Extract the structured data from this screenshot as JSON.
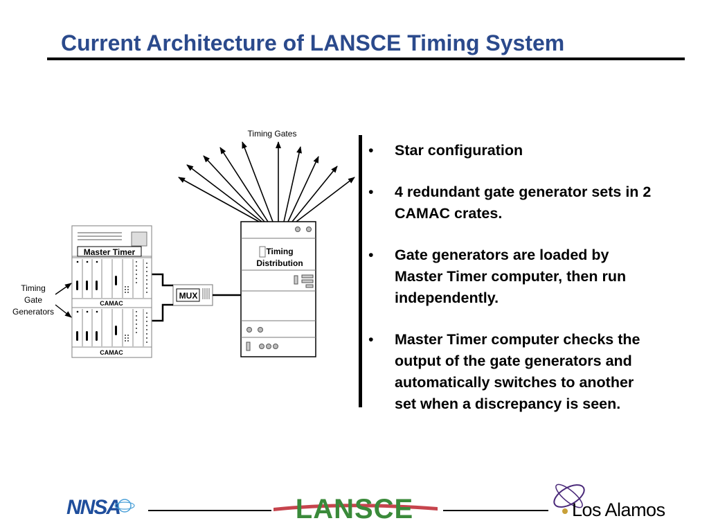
{
  "slide": {
    "title": "Current Architecture of LANSCE Timing System"
  },
  "diagram": {
    "timing_gates_label": "Timing Gates",
    "timing_distribution_label_line1": "Timing",
    "timing_distribution_label_line2": "Distribution",
    "master_timer_label": "Master Timer",
    "mux_label": "MUX",
    "camac_label_upper": "CAMAC",
    "camac_label_lower": "CAMAC",
    "gate_generators_line1": "Timing",
    "gate_generators_line2": "Gate",
    "gate_generators_line3": "Generators"
  },
  "bullets": [
    {
      "marker": "•",
      "text": "Star configuration"
    },
    {
      "marker": "•",
      "text": "4 redundant gate generator sets in 2 CAMAC crates."
    },
    {
      "marker": "•",
      "text": "Gate generators are loaded by Master Timer computer, then run independently."
    },
    {
      "marker": "•",
      "text": "Master Timer computer checks the output of the gate generators and automatically switches to another set when a discrepancy is seen."
    }
  ],
  "footer": {
    "logo_left": "NNSA",
    "logo_center": "LANSCE",
    "logo_right": "Los Alamos"
  },
  "colors": {
    "title": "#2b4a8c",
    "nnsa_blue": "#1f4e9c",
    "lansce_green": "#3a8a3a",
    "lansce_red": "#c0303a",
    "los_alamos_purple": "#4b2a7a"
  }
}
